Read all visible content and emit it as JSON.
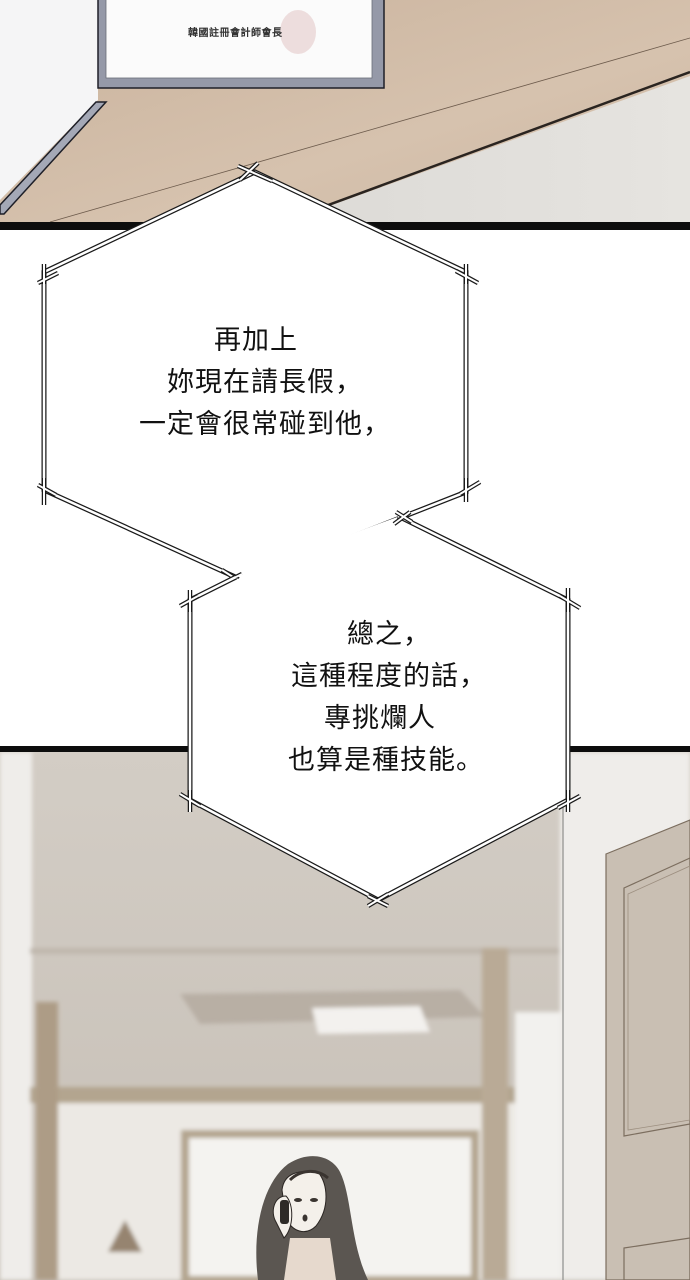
{
  "panels": {
    "top": {
      "description": "Framed certificate on wooden desk",
      "certificate_caption": "韓國註冊會計師會長",
      "colors": {
        "desk": "#d4c0ad",
        "wall": "#e3e1dd",
        "frame": "#8f93a3"
      }
    },
    "bottom": {
      "description": "Blurred office corridor with woman on phone",
      "colors": {
        "ceiling": "#cdc6bd",
        "wall": "#efede9",
        "door": "#c9beb1",
        "wood": "#a99580"
      }
    }
  },
  "bubbles": [
    {
      "id": "bubble-1",
      "shape": "hexagon",
      "lines": [
        "再加上",
        "妳現在請長假，",
        "一定會很常碰到他，"
      ]
    },
    {
      "id": "bubble-2",
      "shape": "hexagon",
      "lines": [
        "總之，",
        "這種程度的話，",
        "專挑爛人",
        "也算是種技能。"
      ]
    }
  ]
}
